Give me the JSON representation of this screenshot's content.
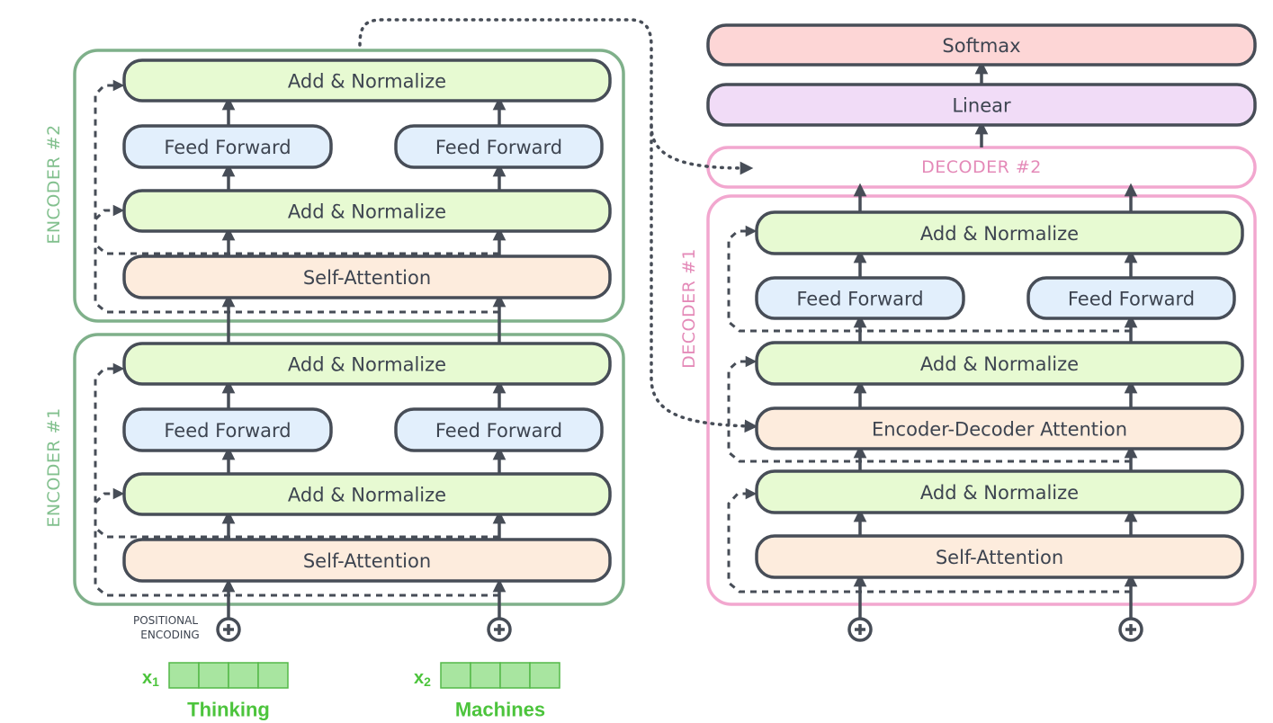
{
  "colors": {
    "outline": "#474d57",
    "encoder_border": "#7fb08a",
    "encoder_label": "#82c08e",
    "decoder_border": "#f2a7cf",
    "decoder_label": "#e48ab8",
    "add_norm_fill": "#e7fad2",
    "feed_forward_fill": "#e2effc",
    "attention_fill": "#fdecdd",
    "linear_fill": "#f1dcf7",
    "softmax_fill": "#fdd6d6",
    "embedding_fill": "#a8e5a0",
    "embedding_stroke": "#54b848",
    "word_color": "#4cc43c"
  },
  "labels": {
    "add_normalize": "Add & Normalize",
    "feed_forward": "Feed Forward",
    "self_attention": "Self-Attention",
    "encoder_decoder_attention": "Encoder-Decoder Attention",
    "linear": "Linear",
    "softmax": "Softmax"
  },
  "encoders": {
    "encoder_2": "ENCODER #2",
    "encoder_1": "ENCODER #1"
  },
  "decoders": {
    "decoder_2": "DECODER #2",
    "decoder_1": "DECODER #1"
  },
  "positional_encoding": {
    "line1": "POSITIONAL",
    "line2": "ENCODING"
  },
  "inputs": [
    {
      "symbol": "x",
      "subscript": "1",
      "word": "Thinking",
      "cells": 4
    },
    {
      "symbol": "x",
      "subscript": "2",
      "word": "Machines",
      "cells": 4
    }
  ]
}
